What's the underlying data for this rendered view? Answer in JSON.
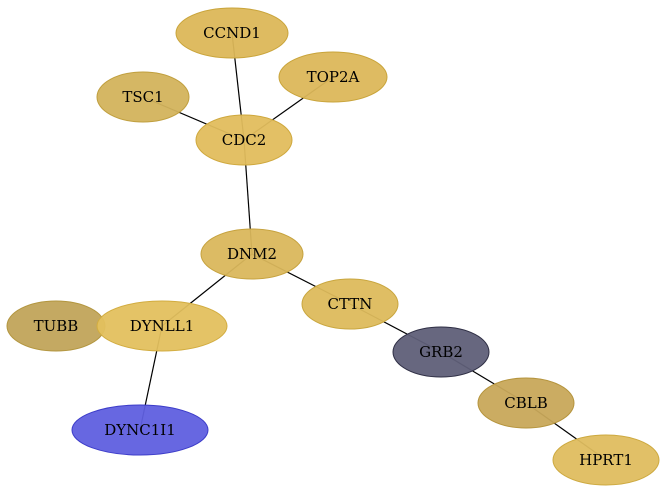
{
  "nodes": [
    {
      "id": "CCND1",
      "label": "CCND1",
      "fill": "#dcb758",
      "stroke": "#c9a43a",
      "text": "#000000"
    },
    {
      "id": "TOP2A",
      "label": "TOP2A",
      "fill": "#dcb75a",
      "stroke": "#c9a43a",
      "text": "#000000"
    },
    {
      "id": "TSC1",
      "label": "TSC1",
      "fill": "#d3b35c",
      "stroke": "#c09f3e",
      "text": "#000000"
    },
    {
      "id": "CDC2",
      "label": "CDC2",
      "fill": "#e1bd5d",
      "stroke": "#cfa83d",
      "text": "#000000"
    },
    {
      "id": "DNM2",
      "label": "DNM2",
      "fill": "#dab75c",
      "stroke": "#c6a23e",
      "text": "#000000"
    },
    {
      "id": "CTTN",
      "label": "CTTN",
      "fill": "#ddbb5c",
      "stroke": "#c9a63e",
      "text": "#000000"
    },
    {
      "id": "TUBB",
      "label": "TUBB",
      "fill": "#c1a45a",
      "stroke": "#b3963f",
      "text": "#000000"
    },
    {
      "id": "DYNLL1",
      "label": "DYNLL1",
      "fill": "#e3c05e",
      "stroke": "#d2ac3f",
      "text": "#000000"
    },
    {
      "id": "GRB2",
      "label": "GRB2",
      "fill": "#5f5f78",
      "stroke": "#2f2f45",
      "text": "#000000"
    },
    {
      "id": "CBLB",
      "label": "CBLB",
      "fill": "#c8a85a",
      "stroke": "#b5943d",
      "text": "#000000"
    },
    {
      "id": "DYNC1I1",
      "label": "DYNC1I1",
      "fill": "#5f5fdf",
      "stroke": "#3c3cc9",
      "text": "#000000"
    },
    {
      "id": "HPRT1",
      "label": "HPRT1",
      "fill": "#dfbd5f",
      "stroke": "#cda93f",
      "text": "#000000"
    }
  ],
  "edges": [
    [
      "CCND1",
      "CDC2"
    ],
    [
      "TSC1",
      "CDC2"
    ],
    [
      "TOP2A",
      "CDC2"
    ],
    [
      "CDC2",
      "DNM2"
    ],
    [
      "DNM2",
      "DYNLL1"
    ],
    [
      "DNM2",
      "CTTN"
    ],
    [
      "CTTN",
      "GRB2"
    ],
    [
      "GRB2",
      "CBLB"
    ],
    [
      "CBLB",
      "HPRT1"
    ],
    [
      "DYNLL1",
      "DYNC1I1"
    ]
  ]
}
